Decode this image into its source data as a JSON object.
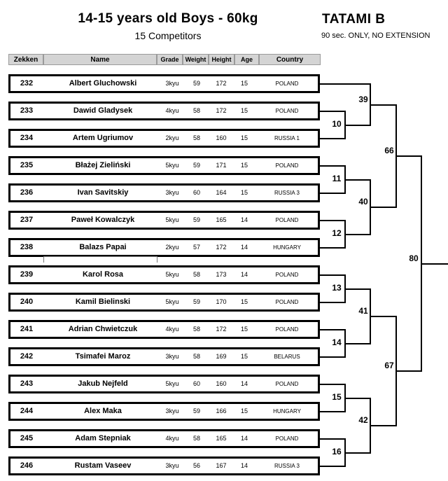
{
  "header": {
    "title": "14-15 years old  Boys - 60kg",
    "subtitle": "15 Competitors",
    "tatami": "TATAMI  B",
    "note": "90 sec. ONLY, NO EXTENSION"
  },
  "columns": {
    "zekken": "Zekken",
    "name": "Name",
    "grade": "Grade",
    "weight": "Weight",
    "height": "Height",
    "age": "Age",
    "country": "Country"
  },
  "competitors": [
    {
      "zekken": "232",
      "name": "Albert Gluchowski",
      "grade": "3kyu",
      "weight": "59",
      "height": "172",
      "age": "15",
      "country": "POLAND"
    },
    {
      "zekken": "233",
      "name": "Dawid Gladysek",
      "grade": "4kyu",
      "weight": "58",
      "height": "172",
      "age": "15",
      "country": "POLAND"
    },
    {
      "zekken": "234",
      "name": "Artem Ugriumov",
      "grade": "2kyu",
      "weight": "58",
      "height": "160",
      "age": "15",
      "country": "RUSSIA 1"
    },
    {
      "zekken": "235",
      "name": "Błażej Zieliński",
      "grade": "5kyu",
      "weight": "59",
      "height": "171",
      "age": "15",
      "country": "POLAND"
    },
    {
      "zekken": "236",
      "name": "Ivan Savitskiy",
      "grade": "3kyu",
      "weight": "60",
      "height": "164",
      "age": "15",
      "country": "RUSSIA 3"
    },
    {
      "zekken": "237",
      "name": "Paweł Kowalczyk",
      "grade": "5kyu",
      "weight": "59",
      "height": "165",
      "age": "14",
      "country": "POLAND"
    },
    {
      "zekken": "238",
      "name": "Balazs Papai",
      "grade": "2kyu",
      "weight": "57",
      "height": "172",
      "age": "14",
      "country": "HUNGARY"
    },
    {
      "zekken": "239",
      "name": "Karol Rosa",
      "grade": "5kyu",
      "weight": "58",
      "height": "173",
      "age": "14",
      "country": "POLAND"
    },
    {
      "zekken": "240",
      "name": "Kamil Bielinski",
      "grade": "5kyu",
      "weight": "59",
      "height": "170",
      "age": "15",
      "country": "POLAND"
    },
    {
      "zekken": "241",
      "name": "Adrian Chwietczuk",
      "grade": "4kyu",
      "weight": "58",
      "height": "172",
      "age": "15",
      "country": "POLAND"
    },
    {
      "zekken": "242",
      "name": "Tsimafei Maroz",
      "grade": "3kyu",
      "weight": "58",
      "height": "169",
      "age": "15",
      "country": "BELARUS"
    },
    {
      "zekken": "243",
      "name": "Jakub Nejfeld",
      "grade": "5kyu",
      "weight": "60",
      "height": "160",
      "age": "14",
      "country": "POLAND"
    },
    {
      "zekken": "244",
      "name": "Alex Maka",
      "grade": "3kyu",
      "weight": "59",
      "height": "166",
      "age": "15",
      "country": "HUNGARY"
    },
    {
      "zekken": "245",
      "name": "Adam Stepniak",
      "grade": "4kyu",
      "weight": "58",
      "height": "165",
      "age": "14",
      "country": "POLAND"
    },
    {
      "zekken": "246",
      "name": "Rustam Vaseev",
      "grade": "3kyu",
      "weight": "56",
      "height": "167",
      "age": "14",
      "country": "RUSSIA 3"
    }
  ],
  "bracket": {
    "r1": [
      "10",
      "11",
      "12",
      "13",
      "14",
      "15",
      "16"
    ],
    "r2": [
      "39",
      "40",
      "41",
      "42"
    ],
    "r3": [
      "66",
      "67"
    ],
    "final": "80"
  }
}
